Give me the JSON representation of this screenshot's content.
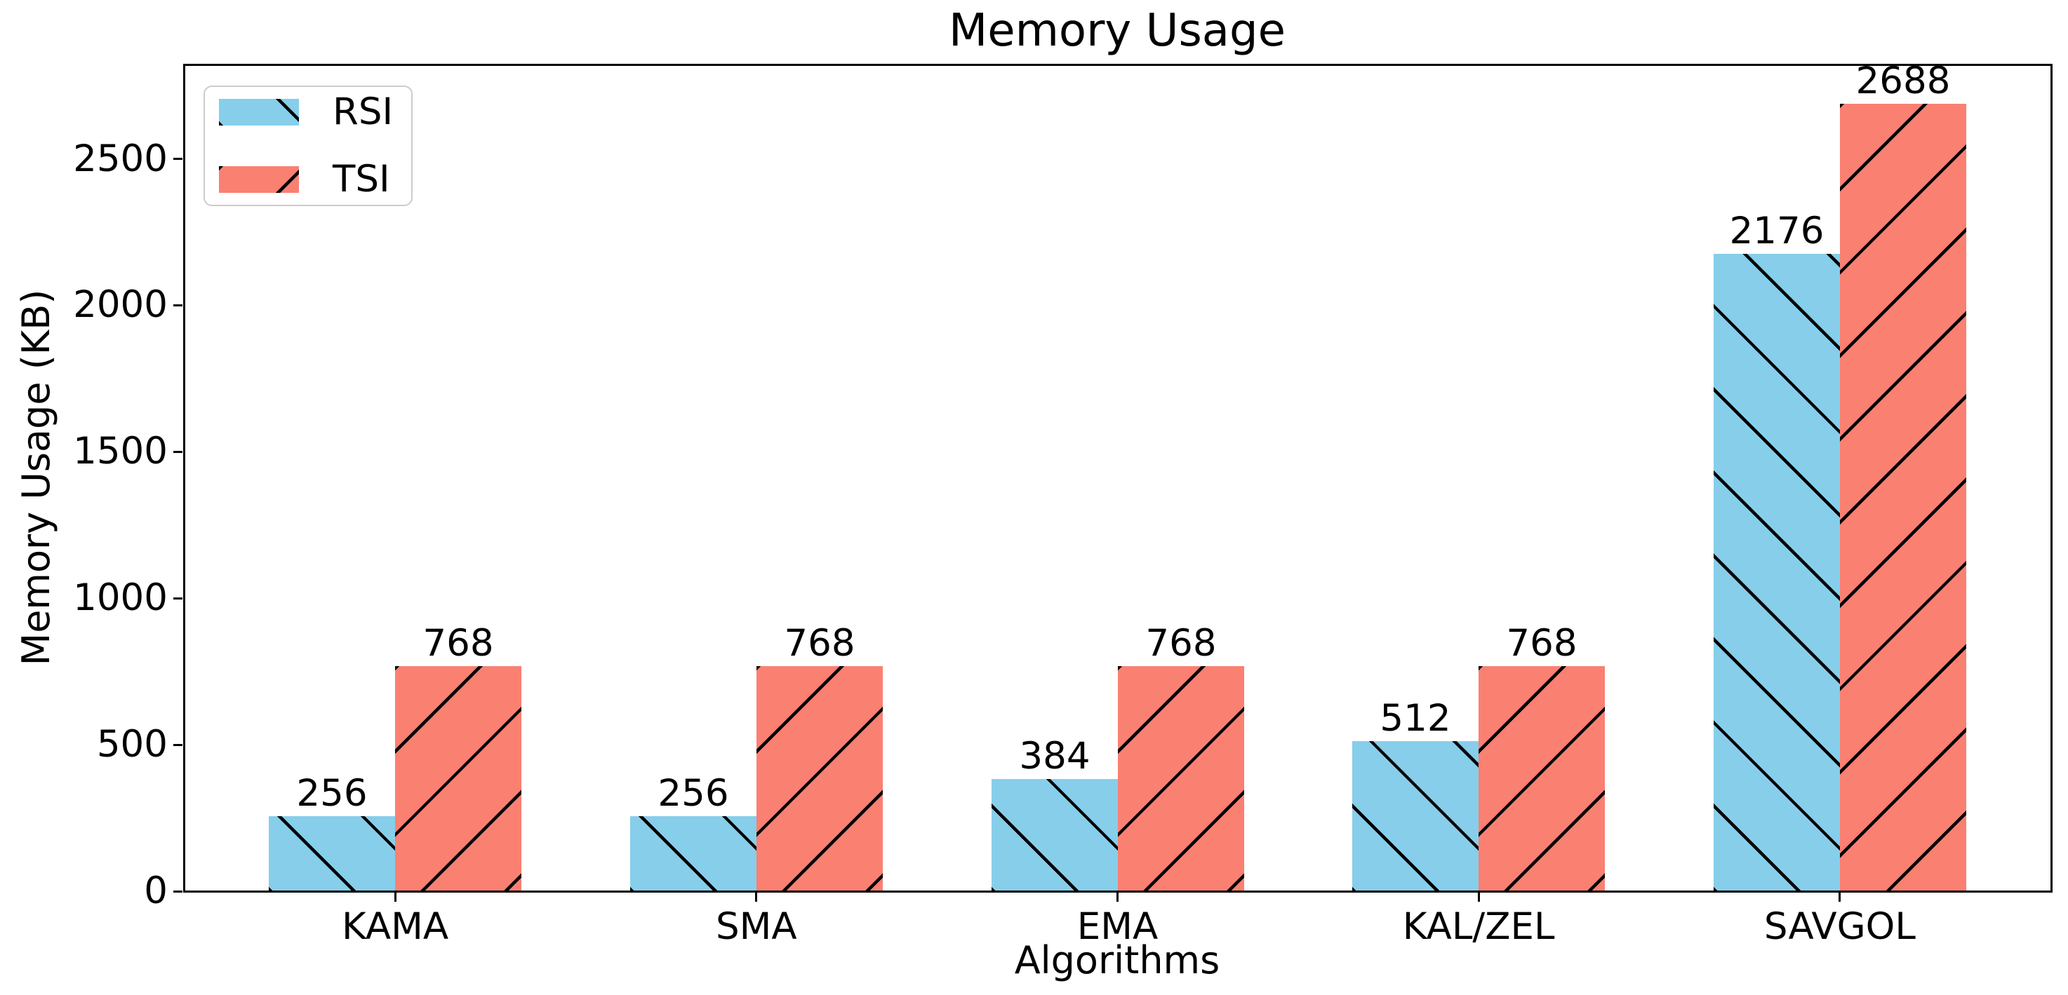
{
  "chart_data": {
    "type": "bar",
    "title": "Memory Usage",
    "xlabel": "Algorithms",
    "ylabel": "Memory Usage (KB)",
    "categories": [
      "KAMA",
      "SMA",
      "EMA",
      "KAL/ZEL",
      "SAVGOL"
    ],
    "series": [
      {
        "name": "RSI",
        "color": "#87CEEB",
        "hatch": "\\",
        "values": [
          256,
          256,
          384,
          512,
          2176
        ]
      },
      {
        "name": "TSI",
        "color": "#FA8072",
        "hatch": "/",
        "values": [
          768,
          768,
          768,
          768,
          2688
        ]
      }
    ],
    "yticks": [
      0,
      500,
      1000,
      1500,
      2000,
      2500
    ],
    "ylim": [
      0,
      2822
    ],
    "grid": false,
    "bar_value_labels": true,
    "legend_position": "upper left",
    "axis_color": "#000000",
    "hatch_color": "#000000",
    "background_color": "#ffffff"
  }
}
